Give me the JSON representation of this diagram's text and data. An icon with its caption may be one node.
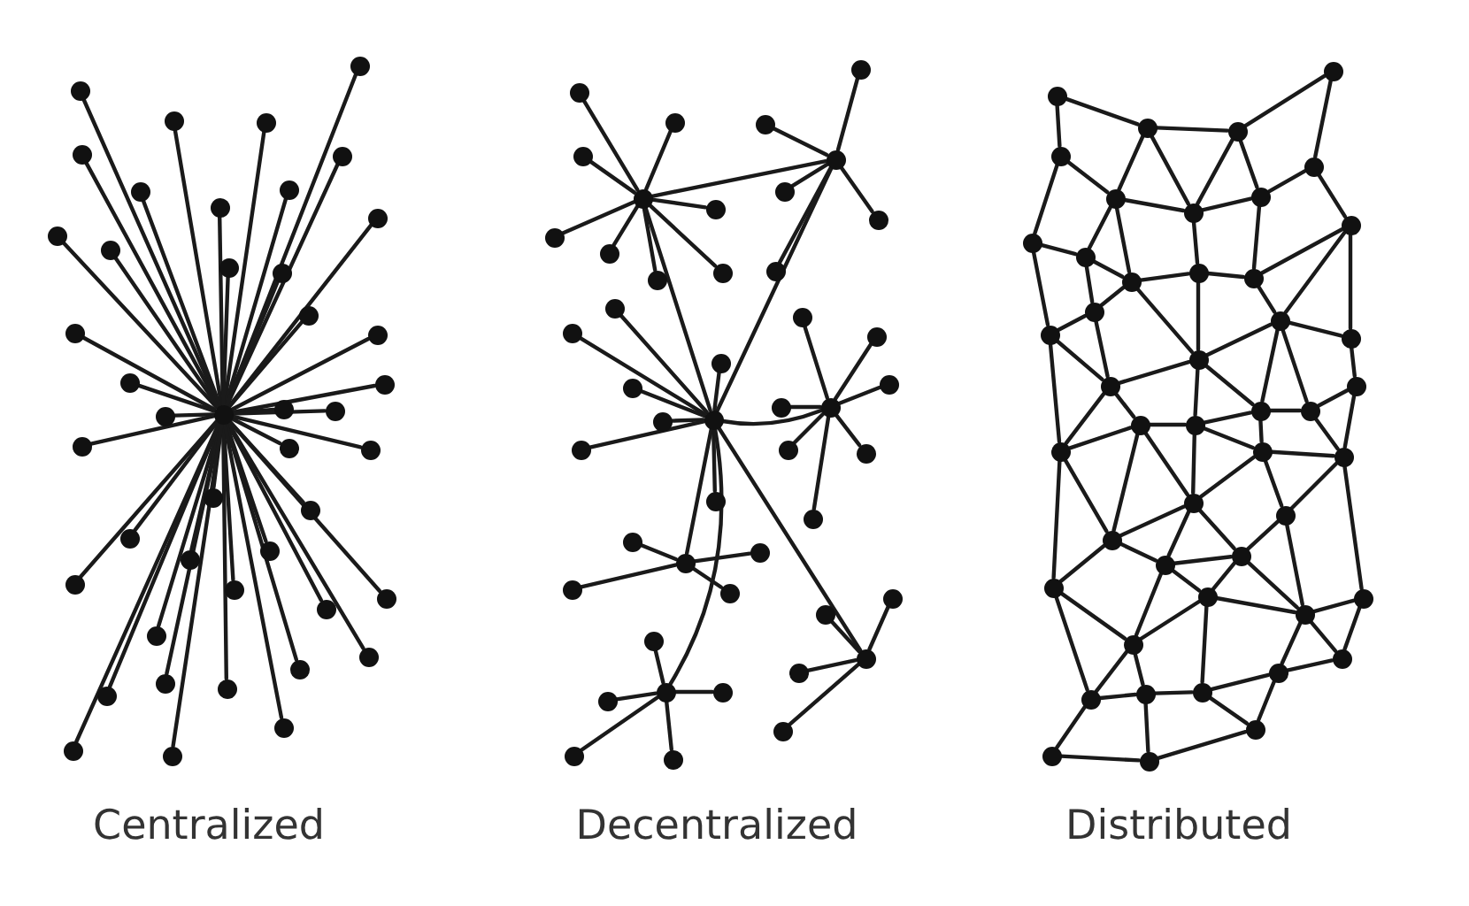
{
  "diagram": {
    "nodes": [
      {
        "text": [],
        "shape": "circle"
      },
      {
        "text": [],
        "shape": "circle"
      },
      {
        "text": [],
        "shape": "circle"
      },
      {
        "text": [],
        "shape": "circle"
      },
      {
        "text": [],
        "shape": "circle"
      },
      {
        "text": [],
        "shape": "circle"
      },
      {
        "text": [],
        "shape": "circle"
      },
      {
        "text": [],
        "shape": "circle"
      },
      {
        "text": [],
        "shape": "circle"
      },
      {
        "text": [],
        "shape": "circle"
      },
      {
        "text": [],
        "shape": "circle"
      },
      {
        "text": [],
        "shape": "circle"
      },
      {
        "text": [],
        "shape": "circle"
      },
      {
        "text": [],
        "shape": "circle"
      },
      {
        "text": [],
        "shape": "circle"
      },
      {
        "text": [],
        "shape": "circle"
      },
      {
        "text": [],
        "shape": "circle"
      },
      {
        "text": [],
        "shape": "circle"
      },
      {
        "text": [],
        "shape": "circle"
      },
      {
        "text": [],
        "shape": "circle"
      },
      {
        "text": [],
        "shape": "circle"
      },
      {
        "text": [],
        "shape": "circle"
      },
      {
        "text": [],
        "shape": "circle"
      },
      {
        "text": [],
        "shape": "circle"
      },
      {
        "text": [],
        "shape": "circle"
      },
      {
        "text": [],
        "shape": "circle"
      },
      {
        "text": [],
        "shape": "circle"
      },
      {
        "text": [],
        "shape": "circle"
      },
      {
        "text": [],
        "shape": "circle"
      },
      {
        "text": [],
        "shape": "circle"
      },
      {
        "text": [],
        "shape": "circle"
      },
      {
        "text": [],
        "shape": "circle"
      },
      {
        "text": [],
        "shape": "circle"
      },
      {
        "text": [],
        "shape": "circle"
      },
      {
        "text": [],
        "shape": "circle"
      },
      {
        "text": [],
        "shape": "circle"
      },
      {
        "text": [],
        "shape": "circle"
      },
      {
        "text": [],
        "shape": "circle"
      },
      {
        "text": [],
        "shape": "circle"
      },
      {
        "text": [],
        "shape": "circle"
      },
      {
        "text": [],
        "shape": "circle"
      },
      {
        "text": [],
        "shape": "circle"
      },
      {
        "text": [],
        "shape": "circle"
      },
      {
        "text": [],
        "shape": "circle"
      },
      {
        "text": [],
        "shape": "circle"
      },
      {
        "text": [],
        "shape": "circle"
      },
      {
        "text": [],
        "shape": "circle"
      },
      {
        "text": [],
        "shape": "circle"
      },
      {
        "text": [],
        "shape": "circle"
      },
      {
        "text": [],
        "shape": "circle"
      },
      {
        "text": [],
        "shape": "circle"
      },
      {
        "text": [],
        "shape": "circle"
      },
      {
        "text": [],
        "shape": "circle"
      },
      {
        "text": [],
        "shape": "circle"
      },
      {
        "text": [],
        "shape": "circle"
      },
      {
        "text": [],
        "shape": "circle"
      },
      {
        "text": [],
        "shape": "circle"
      },
      {
        "text": [],
        "shape": "circle"
      },
      {
        "text": [],
        "shape": "circle"
      },
      {
        "text": [],
        "shape": "circle"
      },
      {
        "text": [],
        "shape": "circle"
      },
      {
        "text": [],
        "shape": "circle"
      },
      {
        "text": [],
        "shape": "circle"
      },
      {
        "text": [],
        "shape": "circle"
      },
      {
        "text": [],
        "shape": "circle"
      },
      {
        "text": [],
        "shape": "circle"
      },
      {
        "text": [],
        "shape": "circle"
      },
      {
        "text": [],
        "shape": "circle"
      },
      {
        "text": [],
        "shape": "circle"
      },
      {
        "text": [],
        "shape": "circle"
      },
      {
        "text": [],
        "shape": "circle"
      },
      {
        "text": [],
        "shape": "circle"
      },
      {
        "text": [],
        "shape": "circle"
      },
      {
        "text": [],
        "shape": "circle"
      },
      {
        "text": [],
        "shape": "circle"
      },
      {
        "text": [],
        "shape": "circle"
      },
      {
        "text": [],
        "shape": "circle"
      },
      {
        "text": [],
        "shape": "circle"
      },
      {
        "text": [],
        "shape": "circle"
      },
      {
        "text": [],
        "shape": "circle"
      },
      {
        "text": [],
        "shape": "circle"
      },
      {
        "text": [],
        "shape": "circle"
      },
      {
        "text": [],
        "shape": "circle"
      },
      {
        "text": [],
        "shape": "circle"
      },
      {
        "text": [],
        "shape": "circle"
      },
      {
        "text": [],
        "shape": "circle"
      },
      {
        "text": [],
        "shape": "circle"
      },
      {
        "text": [],
        "shape": "circle"
      },
      {
        "text": [],
        "shape": "circle"
      },
      {
        "text": [],
        "shape": "circle"
      },
      {
        "text": [],
        "shape": "circle"
      },
      {
        "text": [],
        "shape": "circle"
      },
      {
        "text": [],
        "shape": "circle"
      },
      {
        "text": [],
        "shape": "circle"
      },
      {
        "text": [],
        "shape": "circle"
      },
      {
        "text": [],
        "shape": "circle"
      },
      {
        "text": [],
        "shape": "circle"
      },
      {
        "text": [],
        "shape": "circle"
      },
      {
        "text": [],
        "shape": "circle"
      },
      {
        "text": [],
        "shape": "circle"
      },
      {
        "text": [],
        "shape": "circle"
      },
      {
        "text": [],
        "shape": "circle"
      },
      {
        "text": [],
        "shape": "circle"
      },
      {
        "text": [],
        "shape": "circle"
      },
      {
        "text": [],
        "shape": "circle"
      },
      {
        "text": [],
        "shape": "circle"
      },
      {
        "text": [],
        "shape": "circle"
      },
      {
        "text": [],
        "shape": "circle"
      },
      {
        "text": [],
        "shape": "circle"
      },
      {
        "text": [],
        "shape": "circle"
      },
      {
        "text": [],
        "shape": "circle"
      },
      {
        "text": [],
        "shape": "circle"
      },
      {
        "text": [],
        "shape": "circle"
      },
      {
        "text": [],
        "shape": "circle"
      },
      {
        "text": [],
        "shape": "circle"
      },
      {
        "text": [],
        "shape": "circle"
      },
      {
        "text": [],
        "shape": "circle"
      },
      {
        "text": [],
        "shape": "circle"
      },
      {
        "text": [],
        "shape": "circle"
      },
      {
        "text": [],
        "shape": "circle"
      },
      {
        "text": [],
        "shape": "circle"
      },
      {
        "text": [],
        "shape": "circle"
      },
      {
        "text": [],
        "shape": "circle"
      },
      {
        "text": [],
        "shape": "circle"
      },
      {
        "text": [],
        "shape": "circle"
      },
      {
        "text": [],
        "shape": "circle"
      },
      {
        "text": [],
        "shape": "circle"
      },
      {
        "text": [],
        "shape": "circle"
      },
      {
        "text": [],
        "shape": "circle"
      },
      {
        "text": [],
        "shape": "circle"
      },
      {
        "text": [],
        "shape": "circle"
      },
      {
        "text": [],
        "shape": "circle"
      },
      {
        "text": [],
        "shape": "circle"
      },
      {
        "text": [],
        "shape": "circle"
      },
      {
        "text": [],
        "shape": "circle"
      },
      {
        "text": [],
        "shape": "circle"
      },
      {
        "text": [],
        "shape": "circle"
      },
      {
        "text": [],
        "shape": "circle"
      }
    ],
    "edges": [
      {
        "from": 0,
        "to": 1,
        "arrow": "none"
      },
      {
        "from": 0,
        "to": 2,
        "arrow": "none"
      },
      {
        "from": 0,
        "to": 3,
        "arrow": "none"
      },
      {
        "from": 0,
        "to": 4,
        "arrow": "none"
      },
      {
        "from": 0,
        "to": 5,
        "arrow": "none"
      },
      {
        "from": 0,
        "to": 6,
        "arrow": "none"
      },
      {
        "from": 0,
        "to": 7,
        "arrow": "none"
      },
      {
        "from": 0,
        "to": 8,
        "arrow": "none"
      },
      {
        "from": 0,
        "to": 9,
        "arrow": "none"
      },
      {
        "from": 0,
        "to": 10,
        "arrow": "none"
      },
      {
        "from": 0,
        "to": 11,
        "arrow": "none"
      },
      {
        "from": 0,
        "to": 12,
        "arrow": "none"
      },
      {
        "from": 0,
        "to": 13,
        "arrow": "none"
      },
      {
        "from": 0,
        "to": 14,
        "arrow": "none"
      },
      {
        "from": 0,
        "to": 15,
        "arrow": "none"
      },
      {
        "from": 0,
        "to": 16,
        "arrow": "none"
      },
      {
        "from": 0,
        "to": 17,
        "arrow": "none"
      },
      {
        "from": 0,
        "to": 18,
        "arrow": "none"
      },
      {
        "from": 0,
        "to": 19,
        "arrow": "none"
      },
      {
        "from": 0,
        "to": 20,
        "arrow": "none"
      },
      {
        "from": 0,
        "to": 21,
        "arrow": "none"
      },
      {
        "from": 0,
        "to": 22,
        "arrow": "none"
      },
      {
        "from": 0,
        "to": 23,
        "arrow": "none"
      },
      {
        "from": 0,
        "to": 24,
        "arrow": "none"
      },
      {
        "from": 0,
        "to": 25,
        "arrow": "none"
      },
      {
        "from": 0,
        "to": 26,
        "arrow": "none"
      },
      {
        "from": 0,
        "to": 27,
        "arrow": "none"
      },
      {
        "from": 0,
        "to": 28,
        "arrow": "none"
      },
      {
        "from": 0,
        "to": 29,
        "arrow": "none"
      },
      {
        "from": 0,
        "to": 30,
        "arrow": "none"
      },
      {
        "from": 0,
        "to": 31,
        "arrow": "none"
      },
      {
        "from": 0,
        "to": 32,
        "arrow": "none"
      },
      {
        "from": 0,
        "to": 33,
        "arrow": "none"
      },
      {
        "from": 0,
        "to": 34,
        "arrow": "none"
      },
      {
        "from": 0,
        "to": 35,
        "arrow": "none"
      },
      {
        "from": 0,
        "to": 36,
        "arrow": "none"
      },
      {
        "from": 0,
        "to": 37,
        "arrow": "none"
      },
      {
        "from": 0,
        "to": 38,
        "arrow": "none"
      },
      {
        "from": 0,
        "to": 39,
        "arrow": "none"
      },
      {
        "from": 0,
        "to": 40,
        "arrow": "none"
      },
      {
        "from": 0,
        "to": 41,
        "arrow": "none"
      },
      {
        "from": 0,
        "to": 42,
        "arrow": "none"
      },
      {
        "from": 0,
        "to": 43,
        "arrow": "none"
      },
      {
        "from": 44,
        "to": 45,
        "arrow": "none"
      },
      {
        "from": 44,
        "to": 46,
        "arrow": "none"
      },
      {
        "from": 44,
        "to": 47,
        "arrow": "none"
      },
      {
        "from": 44,
        "to": 48,
        "arrow": "none"
      },
      {
        "from": 44,
        "to": 49,
        "arrow": "none"
      },
      {
        "from": 44,
        "to": 50,
        "arrow": "none"
      },
      {
        "from": 44,
        "to": 51,
        "arrow": "none"
      },
      {
        "from": 44,
        "to": 52,
        "arrow": "none"
      },
      {
        "from": 44,
        "to": 53,
        "arrow": "none"
      },
      {
        "from": 44,
        "to": 59,
        "arrow": "none"
      },
      {
        "from": 53,
        "to": 54,
        "arrow": "none"
      },
      {
        "from": 53,
        "to": 55,
        "arrow": "none"
      },
      {
        "from": 53,
        "to": 56,
        "arrow": "none"
      },
      {
        "from": 53,
        "to": 57,
        "arrow": "none"
      },
      {
        "from": 53,
        "to": 58,
        "arrow": "none"
      },
      {
        "from": 53,
        "to": 59,
        "arrow": "none"
      },
      {
        "from": 59,
        "to": 60,
        "arrow": "none"
      },
      {
        "from": 59,
        "to": 61,
        "arrow": "none"
      },
      {
        "from": 59,
        "to": 62,
        "arrow": "none"
      },
      {
        "from": 59,
        "to": 63,
        "arrow": "none"
      },
      {
        "from": 59,
        "to": 64,
        "arrow": "none"
      },
      {
        "from": 59,
        "to": 65,
        "arrow": "none"
      },
      {
        "from": 59,
        "to": 66,
        "arrow": "none"
      },
      {
        "from": 59,
        "to": 67,
        "arrow": "none"
      },
      {
        "from": 59,
        "to": 75,
        "arrow": "none"
      },
      {
        "from": 59,
        "to": 80,
        "arrow": "none"
      },
      {
        "from": 59,
        "to": 86,
        "arrow": "none"
      },
      {
        "from": 67,
        "to": 68,
        "arrow": "none"
      },
      {
        "from": 67,
        "to": 69,
        "arrow": "none"
      },
      {
        "from": 67,
        "to": 70,
        "arrow": "none"
      },
      {
        "from": 67,
        "to": 71,
        "arrow": "none"
      },
      {
        "from": 67,
        "to": 72,
        "arrow": "none"
      },
      {
        "from": 67,
        "to": 73,
        "arrow": "none"
      },
      {
        "from": 67,
        "to": 74,
        "arrow": "none"
      },
      {
        "from": 75,
        "to": 76,
        "arrow": "none"
      },
      {
        "from": 75,
        "to": 77,
        "arrow": "none"
      },
      {
        "from": 75,
        "to": 78,
        "arrow": "none"
      },
      {
        "from": 75,
        "to": 79,
        "arrow": "none"
      },
      {
        "from": 80,
        "to": 81,
        "arrow": "none"
      },
      {
        "from": 80,
        "to": 82,
        "arrow": "none"
      },
      {
        "from": 80,
        "to": 83,
        "arrow": "none"
      },
      {
        "from": 80,
        "to": 84,
        "arrow": "none"
      },
      {
        "from": 80,
        "to": 85,
        "arrow": "none"
      },
      {
        "from": 86,
        "to": 87,
        "arrow": "none"
      },
      {
        "from": 86,
        "to": 88,
        "arrow": "none"
      },
      {
        "from": 86,
        "to": 89,
        "arrow": "none"
      },
      {
        "from": 86,
        "to": 90,
        "arrow": "none"
      },
      {
        "from": 91,
        "to": 93,
        "arrow": "none"
      },
      {
        "from": 91,
        "to": 95,
        "arrow": "none"
      },
      {
        "from": 93,
        "to": 94,
        "arrow": "none"
      },
      {
        "from": 94,
        "to": 92,
        "arrow": "none"
      },
      {
        "from": 92,
        "to": 96,
        "arrow": "none"
      },
      {
        "from": 93,
        "to": 97,
        "arrow": "none"
      },
      {
        "from": 93,
        "to": 98,
        "arrow": "none"
      },
      {
        "from": 94,
        "to": 98,
        "arrow": "none"
      },
      {
        "from": 94,
        "to": 99,
        "arrow": "none"
      },
      {
        "from": 95,
        "to": 97,
        "arrow": "none"
      },
      {
        "from": 95,
        "to": 100,
        "arrow": "none"
      },
      {
        "from": 96,
        "to": 99,
        "arrow": "none"
      },
      {
        "from": 96,
        "to": 101,
        "arrow": "none"
      },
      {
        "from": 97,
        "to": 98,
        "arrow": "none"
      },
      {
        "from": 97,
        "to": 102,
        "arrow": "none"
      },
      {
        "from": 97,
        "to": 103,
        "arrow": "none"
      },
      {
        "from": 98,
        "to": 99,
        "arrow": "none"
      },
      {
        "from": 98,
        "to": 104,
        "arrow": "none"
      },
      {
        "from": 99,
        "to": 105,
        "arrow": "none"
      },
      {
        "from": 100,
        "to": 102,
        "arrow": "none"
      },
      {
        "from": 100,
        "to": 108,
        "arrow": "none"
      },
      {
        "from": 101,
        "to": 105,
        "arrow": "none"
      },
      {
        "from": 101,
        "to": 107,
        "arrow": "none"
      },
      {
        "from": 101,
        "to": 109,
        "arrow": "none"
      },
      {
        "from": 102,
        "to": 103,
        "arrow": "none"
      },
      {
        "from": 102,
        "to": 106,
        "arrow": "none"
      },
      {
        "from": 103,
        "to": 104,
        "arrow": "none"
      },
      {
        "from": 103,
        "to": 106,
        "arrow": "none"
      },
      {
        "from": 103,
        "to": 110,
        "arrow": "none"
      },
      {
        "from": 104,
        "to": 105,
        "arrow": "none"
      },
      {
        "from": 104,
        "to": 110,
        "arrow": "none"
      },
      {
        "from": 105,
        "to": 107,
        "arrow": "none"
      },
      {
        "from": 106,
        "to": 108,
        "arrow": "none"
      },
      {
        "from": 106,
        "to": 111,
        "arrow": "none"
      },
      {
        "from": 107,
        "to": 109,
        "arrow": "none"
      },
      {
        "from": 107,
        "to": 110,
        "arrow": "none"
      },
      {
        "from": 107,
        "to": 115,
        "arrow": "none"
      },
      {
        "from": 107,
        "to": 116,
        "arrow": "none"
      },
      {
        "from": 108,
        "to": 111,
        "arrow": "none"
      },
      {
        "from": 108,
        "to": 117,
        "arrow": "none"
      },
      {
        "from": 109,
        "to": 112,
        "arrow": "none"
      },
      {
        "from": 110,
        "to": 111,
        "arrow": "none"
      },
      {
        "from": 110,
        "to": 114,
        "arrow": "none"
      },
      {
        "from": 110,
        "to": 115,
        "arrow": "none"
      },
      {
        "from": 111,
        "to": 113,
        "arrow": "none"
      },
      {
        "from": 111,
        "to": 117,
        "arrow": "none"
      },
      {
        "from": 112,
        "to": 116,
        "arrow": "none"
      },
      {
        "from": 112,
        "to": 119,
        "arrow": "none"
      },
      {
        "from": 113,
        "to": 114,
        "arrow": "none"
      },
      {
        "from": 113,
        "to": 117,
        "arrow": "none"
      },
      {
        "from": 113,
        "to": 122,
        "arrow": "none"
      },
      {
        "from": 113,
        "to": 120,
        "arrow": "none"
      },
      {
        "from": 114,
        "to": 115,
        "arrow": "none"
      },
      {
        "from": 114,
        "to": 118,
        "arrow": "none"
      },
      {
        "from": 114,
        "to": 120,
        "arrow": "none"
      },
      {
        "from": 115,
        "to": 116,
        "arrow": "none"
      },
      {
        "from": 115,
        "to": 118,
        "arrow": "none"
      },
      {
        "from": 116,
        "to": 119,
        "arrow": "none"
      },
      {
        "from": 118,
        "to": 119,
        "arrow": "none"
      },
      {
        "from": 118,
        "to": 120,
        "arrow": "none"
      },
      {
        "from": 118,
        "to": 121,
        "arrow": "none"
      },
      {
        "from": 119,
        "to": 121,
        "arrow": "none"
      },
      {
        "from": 119,
        "to": 127,
        "arrow": "none"
      },
      {
        "from": 117,
        "to": 122,
        "arrow": "none"
      },
      {
        "from": 117,
        "to": 125,
        "arrow": "none"
      },
      {
        "from": 120,
        "to": 122,
        "arrow": "none"
      },
      {
        "from": 120,
        "to": 123,
        "arrow": "none"
      },
      {
        "from": 120,
        "to": 124,
        "arrow": "none"
      },
      {
        "from": 121,
        "to": 124,
        "arrow": "none"
      },
      {
        "from": 121,
        "to": 128,
        "arrow": "none"
      },
      {
        "from": 122,
        "to": 123,
        "arrow": "none"
      },
      {
        "from": 122,
        "to": 125,
        "arrow": "none"
      },
      {
        "from": 123,
        "to": 124,
        "arrow": "none"
      },
      {
        "from": 123,
        "to": 126,
        "arrow": "none"
      },
      {
        "from": 123,
        "to": 129,
        "arrow": "none"
      },
      {
        "from": 124,
        "to": 126,
        "arrow": "none"
      },
      {
        "from": 124,
        "to": 128,
        "arrow": "none"
      },
      {
        "from": 125,
        "to": 129,
        "arrow": "none"
      },
      {
        "from": 125,
        "to": 132,
        "arrow": "none"
      },
      {
        "from": 126,
        "to": 129,
        "arrow": "none"
      },
      {
        "from": 126,
        "to": 128,
        "arrow": "none"
      },
      {
        "from": 126,
        "to": 134,
        "arrow": "none"
      },
      {
        "from": 127,
        "to": 128,
        "arrow": "none"
      },
      {
        "from": 127,
        "to": 130,
        "arrow": "none"
      },
      {
        "from": 128,
        "to": 130,
        "arrow": "none"
      },
      {
        "from": 128,
        "to": 131,
        "arrow": "none"
      },
      {
        "from": 129,
        "to": 132,
        "arrow": "none"
      },
      {
        "from": 129,
        "to": 133,
        "arrow": "none"
      },
      {
        "from": 130,
        "to": 131,
        "arrow": "none"
      },
      {
        "from": 131,
        "to": 134,
        "arrow": "none"
      },
      {
        "from": 131,
        "to": 135,
        "arrow": "none"
      },
      {
        "from": 132,
        "to": 133,
        "arrow": "none"
      },
      {
        "from": 132,
        "to": 136,
        "arrow": "none"
      },
      {
        "from": 133,
        "to": 134,
        "arrow": "none"
      },
      {
        "from": 133,
        "to": 137,
        "arrow": "none"
      },
      {
        "from": 134,
        "to": 135,
        "arrow": "none"
      },
      {
        "from": 136,
        "to": 137,
        "arrow": "none"
      },
      {
        "from": 137,
        "to": 135,
        "arrow": "none"
      }
    ],
    "labels": [
      "Centralized",
      "Decentralized",
      "Distributed"
    ]
  }
}
